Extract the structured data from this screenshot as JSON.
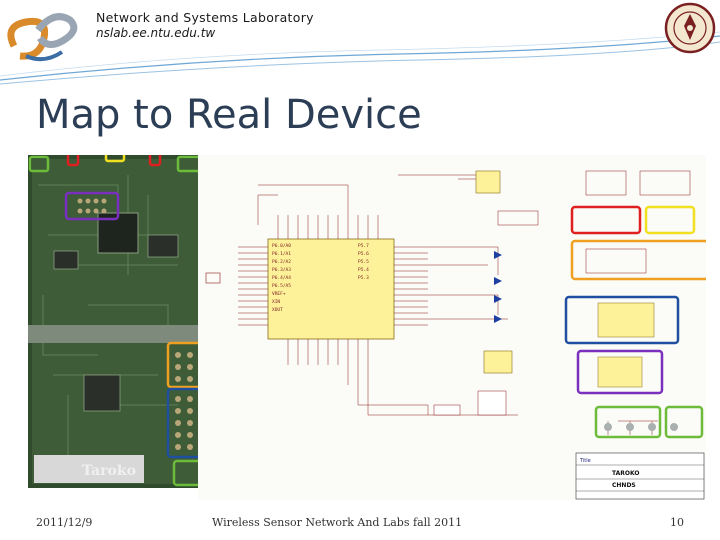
{
  "header": {
    "lab_name": "Network and Systems Laboratory",
    "lab_url": "nslab.ee.ntu.edu.tw"
  },
  "slide": {
    "title": "Map to Real Device"
  },
  "pcb": {
    "silkscreen": "Taroko"
  },
  "schematic": {
    "title_block_title_label": "Title",
    "title_block_title": "TAROKO",
    "title_block_org": "CHNDS"
  },
  "footer": {
    "date": "2011/12/9",
    "course": "Wireless Sensor Network And Labs fall 2011",
    "page": "10"
  },
  "highlight_colors": {
    "red": "#e02020",
    "yellow": "#f0e020",
    "purple": "#7b2fbf",
    "orange": "#f0a020",
    "blue": "#1f4fa0",
    "green": "#6dbb3a"
  }
}
